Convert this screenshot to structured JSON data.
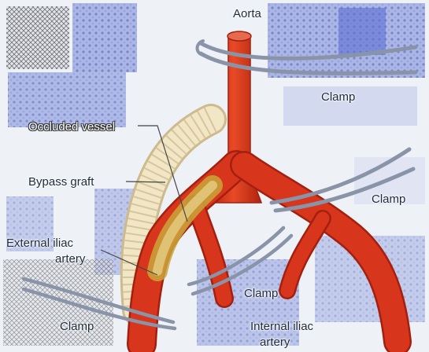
{
  "labels": {
    "aorta": "Aorta",
    "clamp_top": "Clamp",
    "occluded_vessel": "Occluded vessel",
    "bypass_graft": "Bypass graft",
    "clamp_right": "Clamp",
    "external_iliac_line1": "External iliac",
    "external_iliac_line2": "artery",
    "clamp_middle": "Clamp",
    "clamp_bottom_left": "Clamp",
    "internal_iliac_line1": "Internal iliac",
    "internal_iliac_line2": "artery"
  },
  "colors": {
    "artery": "#d8361c",
    "artery_dark": "#a3200f",
    "graft": "#f1e6c6",
    "graft_ring": "#cdbb8e",
    "clamp_metal": "#8a94a8",
    "tissue_blue": "#6b7fd0"
  }
}
